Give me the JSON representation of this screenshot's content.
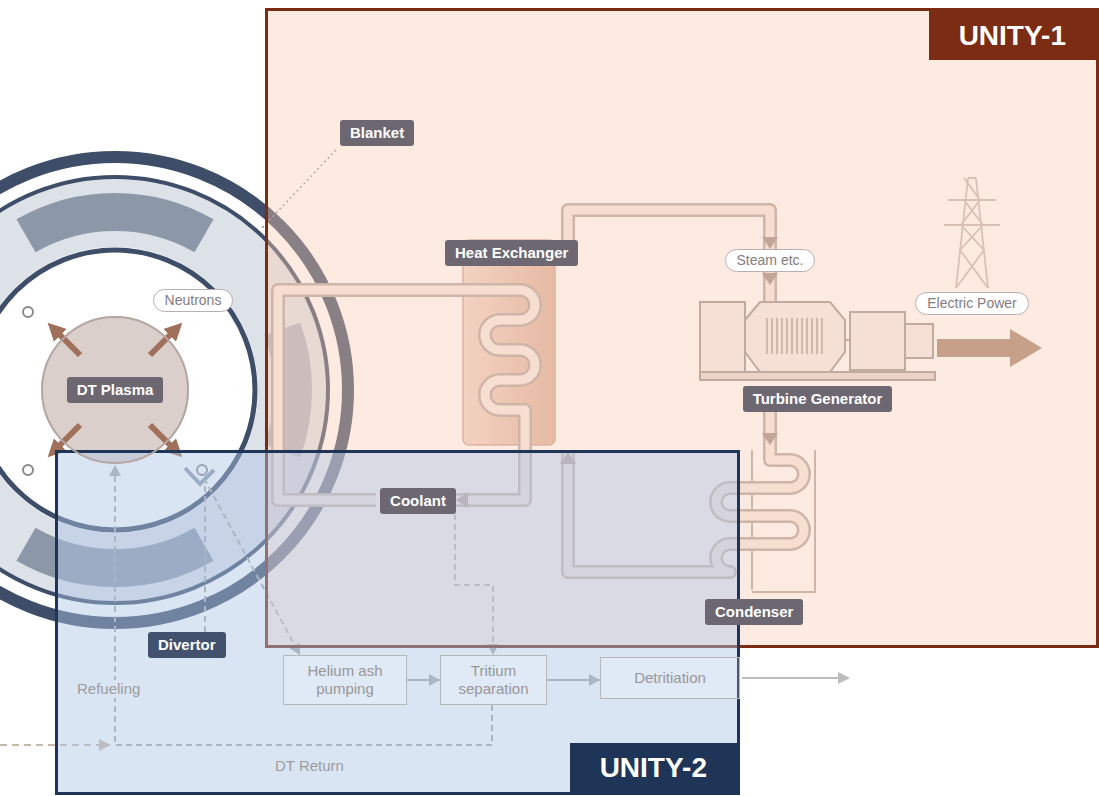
{
  "diagram": {
    "nodes": [
      {
        "text": [
          "UNITY-1"
        ]
      },
      {
        "text": [
          "Blanket"
        ],
        "in": 0
      },
      {
        "text": [
          "Heat Exchanger"
        ],
        "in": 0
      },
      {
        "text": [
          "Steam etc."
        ],
        "in": 0
      },
      {
        "text": [
          "Electric Power"
        ],
        "in": 0
      },
      {
        "text": [
          "Turbine Generator"
        ],
        "in": 0
      },
      {
        "text": [
          "Coolant"
        ],
        "in": 0
      },
      {
        "text": [
          "Condenser"
        ],
        "in": 0
      },
      {
        "text": [
          "UNITY-2"
        ]
      },
      {
        "text": [
          "Neutrons"
        ]
      },
      {
        "text": [
          "DT Plasma"
        ]
      },
      {
        "text": [
          "Divertor"
        ],
        "in": 8
      },
      {
        "text": [
          "Helium ash pumping"
        ],
        "in": 8
      },
      {
        "text": [
          "Tritium separation"
        ],
        "in": 8
      },
      {
        "text": [
          "Detritiation"
        ],
        "in": 8
      }
    ],
    "edges": [
      {
        "from": 2,
        "to": 3,
        "arrow": "to"
      },
      {
        "from": 3,
        "to": 5,
        "arrow": "to"
      },
      {
        "from": 5,
        "to": 7,
        "arrow": "to"
      },
      {
        "from": 7,
        "to": 2,
        "arrow": "to"
      },
      {
        "from": 2,
        "to": 6,
        "arrow": "to"
      },
      {
        "from": 6,
        "to": 13,
        "arrow": "to"
      },
      {
        "from": 11,
        "to": 12,
        "arrow": "to"
      },
      {
        "from": 12,
        "to": 13,
        "arrow": "to"
      },
      {
        "from": 13,
        "to": 14,
        "arrow": "to"
      },
      {
        "from": 13,
        "to": 10,
        "arrow": "to"
      }
    ],
    "labels": [
      "Refueling",
      "DT Return"
    ]
  }
}
